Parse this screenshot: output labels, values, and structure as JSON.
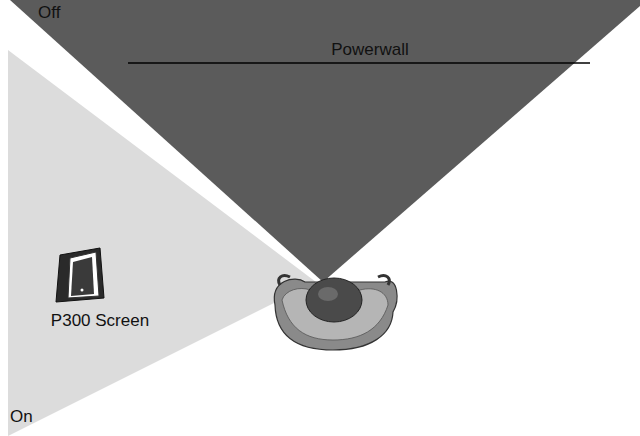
{
  "diagram": {
    "labels": [
      "Off",
      "Powerwall",
      "P300 Screen",
      "On"
    ]
  }
}
